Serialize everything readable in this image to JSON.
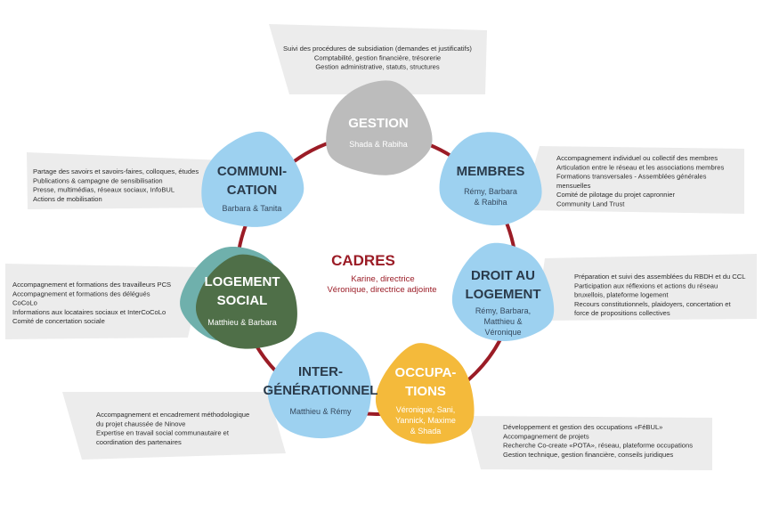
{
  "colors": {
    "ring": "#9b1c26",
    "blue": "#9dd1f0",
    "grey": "#bcbcbc",
    "dark_green": "#4f6f48",
    "teal": "#6fb0ac",
    "yellow": "#f4ba3b",
    "panel": "#ececec",
    "title_dark": "#2a3a4a",
    "cadres_red": "#9b1c26"
  },
  "center": {
    "title": "CADRES",
    "members": [
      "Karine, directrice",
      "Véronique, directrice adjointe"
    ]
  },
  "nodes": [
    {
      "id": "gestion",
      "title": [
        "GESTION"
      ],
      "names": [
        "Shada & Rabiha"
      ],
      "style": "grey",
      "description": [
        "Suivi des procédures de subsidiation (demandes et justificatifs)",
        "Comptabilité, gestion financière, trésorerie",
        "Gestion administrative, statuts, structures"
      ]
    },
    {
      "id": "membres",
      "title": [
        "MEMBRES"
      ],
      "names": [
        "Rémy, Barbara",
        "& Rabiha"
      ],
      "style": "blue",
      "description": [
        "Accompagnement individuel ou collectif des membres",
        "Articulation entre le réseau et les associations membres",
        "Formations transversales - Assemblées générales",
        "mensuelles",
        "Comité de pilotage du projet capronnier",
        "Community Land Trust"
      ]
    },
    {
      "id": "droit",
      "title": [
        "DROIT AU",
        "LOGEMENT"
      ],
      "names": [
        "Rémy, Barbara,",
        "Matthieu &",
        "Véronique"
      ],
      "style": "blue",
      "description": [
        "Préparation et suivi des assemblées du RBDH et du CCL",
        "Participation aux réflexions et actions du réseau",
        "bruxellois, plateforme logement",
        "Recours constitutionnels, plaidoyers, concertation et",
        "force de propositions collectives"
      ]
    },
    {
      "id": "occupations",
      "title": [
        "OCCUPA-",
        "TIONS"
      ],
      "names": [
        "Véronique, Sani,",
        "Yannick, Maxime",
        "& Shada"
      ],
      "style": "yellow",
      "description": [
        "Développement et gestion des occupations «FéBUL»",
        "Accompagnement de projets",
        "Recherche Co-create «POTA», réseau, plateforme occupations",
        "Gestion technique, gestion financière, conseils juridiques"
      ]
    },
    {
      "id": "intergen",
      "title": [
        "INTER-",
        "GÉNÉRATIONNEL"
      ],
      "names": [
        "Matthieu & Rémy"
      ],
      "style": "blue",
      "description": [
        "Accompagnement et encadrement méthodologique",
        "du projet chaussée de Ninove",
        "Expertise en travail social communautaire et",
        "coordination des partenaires"
      ]
    },
    {
      "id": "logement_social",
      "title": [
        "LOGEMENT",
        "SOCIAL"
      ],
      "names": [
        "Matthieu & Barbara"
      ],
      "style": "green",
      "description": [
        "Accompagnement et formations des travailleurs PCS",
        "Accompagnement et formations des délégués",
        "CoCoLo",
        "Informations aux locataires sociaux et InterCoCoLo",
        "Comité de concertation sociale"
      ]
    },
    {
      "id": "communication",
      "title": [
        "COMMUNI-",
        "CATION"
      ],
      "names": [
        "Barbara & Tanita"
      ],
      "style": "blue",
      "description": [
        "Partage des savoirs et savoirs-faires, colloques, études",
        "Publications & campagne de sensibilisation",
        "Presse, multimédias, réseaux sociaux, InfoBUL",
        "Actions de mobilisation"
      ]
    }
  ]
}
